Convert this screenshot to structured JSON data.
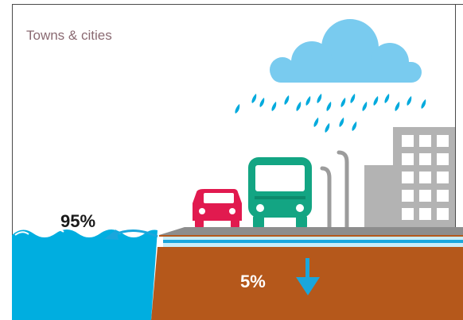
{
  "diagram": {
    "title": "Towns & cities",
    "runoff_percent": "95%",
    "infiltration_percent": "5%"
  },
  "colors": {
    "frame_border": "#4a4a4a",
    "cloud": "#79cbef",
    "rain": "#00aadd",
    "water": "#00aee0",
    "soil": "#b5581b",
    "road": "#8d8d8d",
    "pipe": "#c9ecf8",
    "car": "#e11a4f",
    "bus": "#13a583",
    "building": "#b3b3b3",
    "lamp": "#9c9c9c",
    "arrow": "#1aa6dc"
  }
}
